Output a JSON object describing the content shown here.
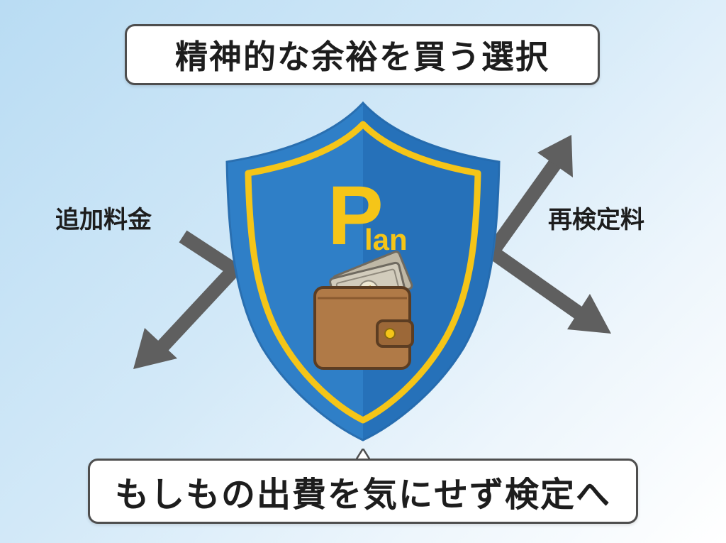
{
  "title": "精神的な余裕を買う選択",
  "shield": {
    "logo_letter": "P",
    "logo_text": "lan",
    "currency_symbol": "¥"
  },
  "labels": {
    "left": "追加料金",
    "right": "再検定料"
  },
  "caption": "もしもの出費を気にせず検定へ",
  "colors": {
    "shield_blue": "#2f7fc7",
    "shield_dark_blue": "#1f66ad",
    "shield_gold": "#f5c518",
    "arrow_gray": "#5f5f5f",
    "wallet_brown": "#b07a47"
  },
  "icons": {
    "shield": "shield-icon",
    "wallet": "wallet-icon",
    "banknote": "banknote-icon",
    "arrow": "arrow-icon"
  }
}
